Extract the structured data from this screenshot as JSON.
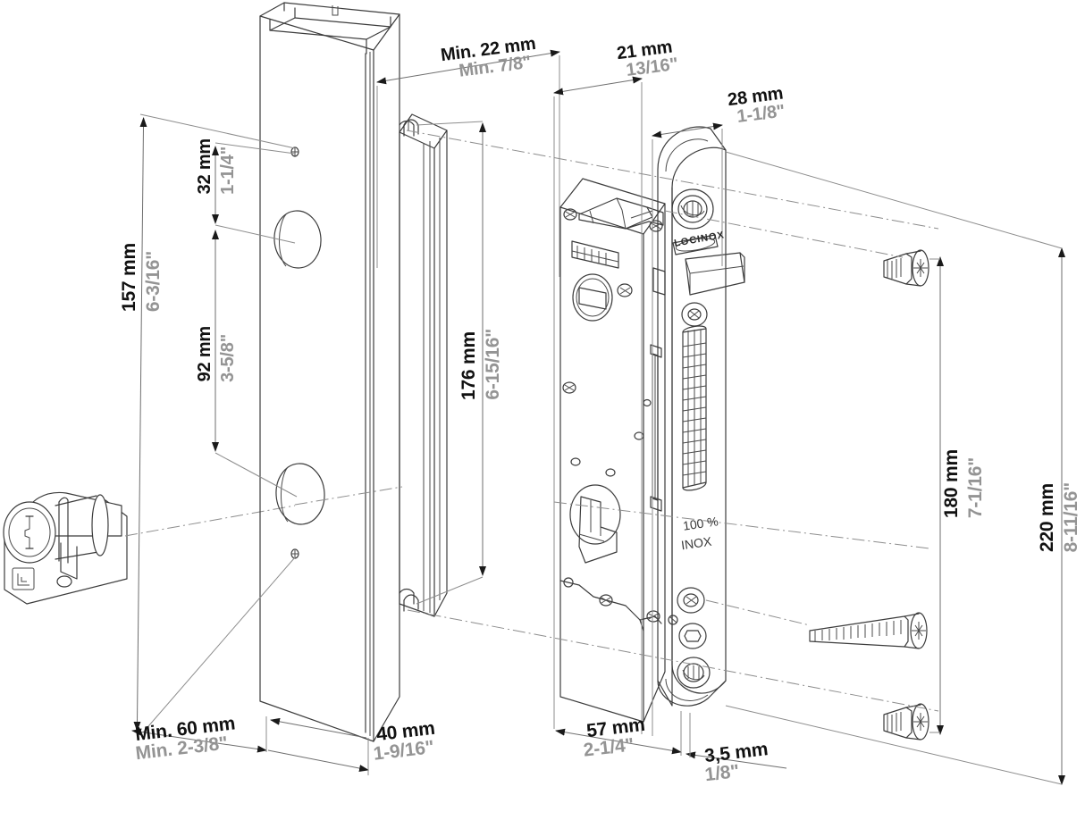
{
  "drawing": {
    "title": "Locinox insert lock installation drawing",
    "type": "isometric-exploded-technical-drawing",
    "background_color": "#ffffff",
    "line_color": "#3c3c3c",
    "mm_text_color": "#111111",
    "inch_text_color": "#949494"
  },
  "brand": {
    "logo_text": "LOCINOX",
    "material_line1": "100 %",
    "material_line2": "INOX"
  },
  "parts": [
    {
      "name": "euro-profile-cylinder",
      "label": ""
    },
    {
      "name": "square-tube-post",
      "label": ""
    },
    {
      "name": "strike-keep-plate",
      "label": ""
    },
    {
      "name": "lock-case-body",
      "label": ""
    },
    {
      "name": "faceplate",
      "label": ""
    },
    {
      "name": "countersunk-screw-top",
      "label": ""
    },
    {
      "name": "long-machine-screw",
      "label": ""
    },
    {
      "name": "countersunk-screw-bottom",
      "label": ""
    }
  ],
  "dimensions": {
    "post_hole_top": {
      "mm": "32 mm",
      "inch": "1-1/4\""
    },
    "post_hole_spacing": {
      "mm": "92 mm",
      "inch": "3-5/8\""
    },
    "post_total_height": {
      "mm": "157 mm",
      "inch": "6-3/16\""
    },
    "min_wall_offset": {
      "mm": "Min. 22 mm",
      "inch": "Min. 7/8\""
    },
    "keep_width": {
      "mm": "21 mm",
      "inch": "13/16\""
    },
    "backset": {
      "mm": "28 mm",
      "inch": "1-1/8\""
    },
    "keep_length": {
      "mm": "176 mm",
      "inch": "6-15/16\""
    },
    "screw_spacing": {
      "mm": "180 mm",
      "inch": "7-1/16\""
    },
    "faceplate_length": {
      "mm": "220 mm",
      "inch": "8-11/16\""
    },
    "min_post_width": {
      "mm": "Min. 60 mm",
      "inch": "Min. 2-3/8\""
    },
    "post_depth": {
      "mm": "40 mm",
      "inch": "1-9/16\""
    },
    "lock_case_depth": {
      "mm": "57 mm",
      "inch": "2-1/4\""
    },
    "faceplate_thickness": {
      "mm": "3,5 mm",
      "inch": "1/8\""
    }
  }
}
